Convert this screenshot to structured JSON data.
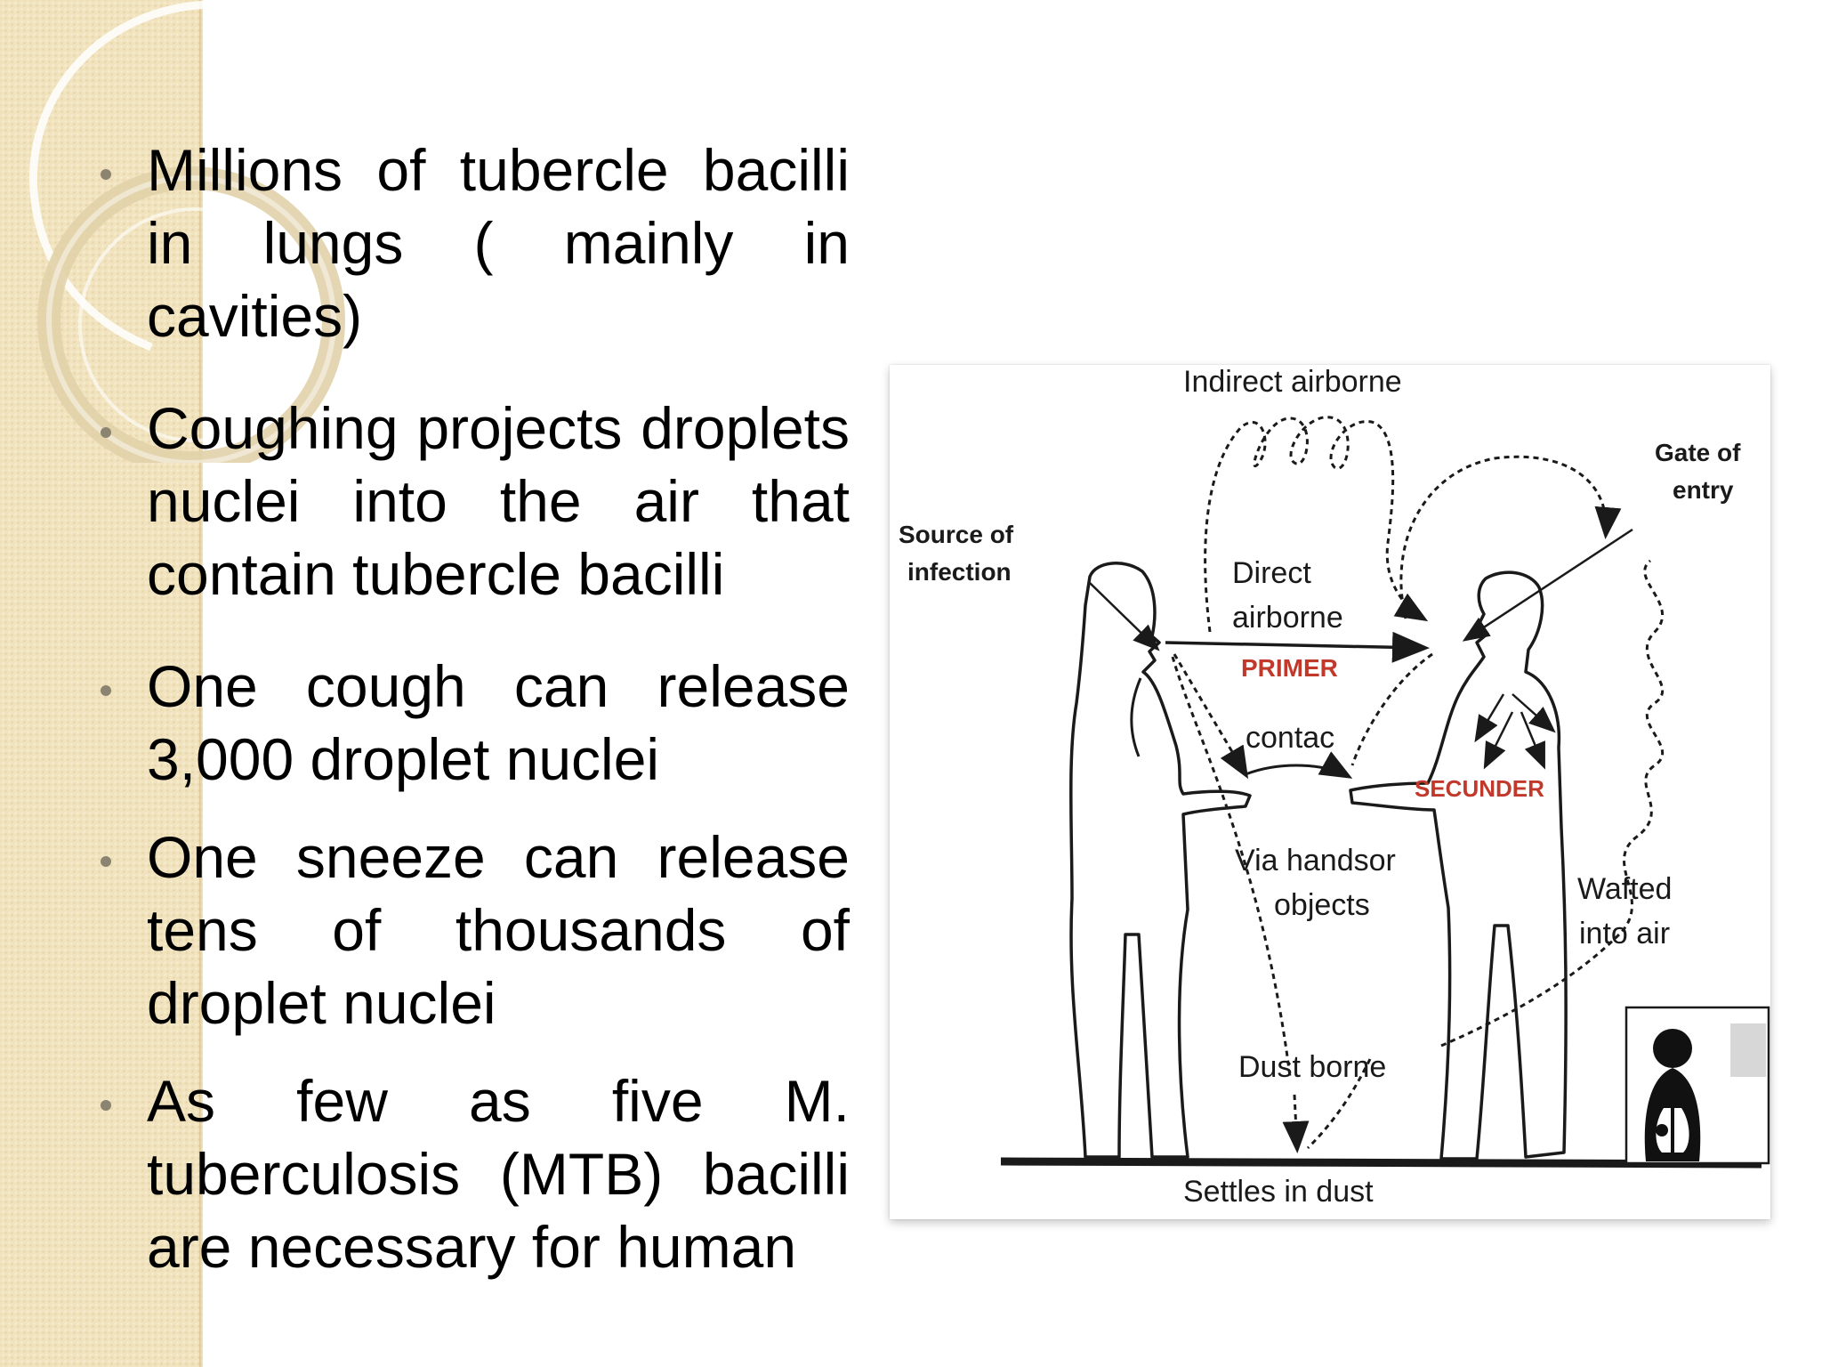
{
  "bullets": [
    {
      "text": "Millions of tubercle bacilli in lungs ( mainly in cavities)"
    },
    {
      "text": "Coughing projects droplets nuclei into the air that contain tubercle bacilli"
    },
    {
      "text": "One cough can release 3,000 droplet nuclei"
    },
    {
      "text": "One sneeze can release tens of thousands of droplet nuclei"
    },
    {
      "text": "As few as five M. tuberculosis (MTB) bacilli are necessary for human"
    }
  ],
  "diagram": {
    "labels": {
      "indirect_airborne": "Indirect airborne",
      "gate_of_entry": [
        "Gate of",
        "entry"
      ],
      "source_of_infection": [
        "Source of",
        "infection"
      ],
      "direct_airborne": [
        "Direct",
        "airborne"
      ],
      "primer": "PRIMER",
      "contac": "contac",
      "secunder": "SECUNDER",
      "via_hands": [
        "Via handsor",
        "objects"
      ],
      "wafted": [
        "Wafted",
        "into air"
      ],
      "dust_borne": "Dust borne",
      "settles_in_dust": "Settles in dust"
    },
    "colors": {
      "accent_red": "#c0392b",
      "ink": "#1a1a1a"
    }
  }
}
